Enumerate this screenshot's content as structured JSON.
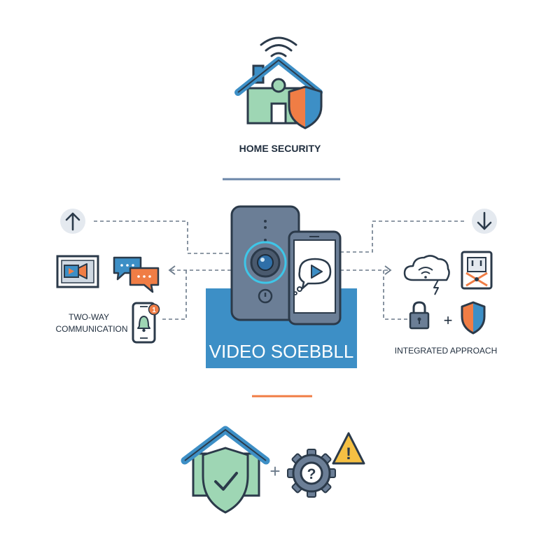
{
  "diagram": {
    "top": {
      "title": "HOME SECURITY"
    },
    "center": {
      "title": "VIDEO SOEBBLL"
    },
    "left": {
      "caption_line1": "TWO-WAY",
      "caption_line2": "COMMUNICATION",
      "badge_count": "1"
    },
    "right": {
      "caption": "INTEGRATED APPROACH",
      "plus": "+"
    },
    "bottom": {
      "plus": "+",
      "warning_mark": "!",
      "question_mark": "?"
    }
  },
  "colors": {
    "outline": "#2b3a4a",
    "blue_banner": "#3d8fc6",
    "house_green": "#9ed6b4",
    "house_roof_blue": "#3d8fc6",
    "shield_orange": "#f07d45",
    "shield_blue": "#3d8fc6",
    "warning_yellow": "#f5c043",
    "device_gray": "#6b7e96",
    "top_divider": "#6b86a8",
    "bottom_divider": "#f07d45",
    "ring_cyan": "#3ec6e8"
  },
  "icons": [
    "wifi-icon",
    "house-icon",
    "shield-icon",
    "arrow-up-icon",
    "arrow-down-icon",
    "video-camera-icon",
    "chat-bubbles-icon",
    "phone-notification-icon",
    "doorbell-camera-icon",
    "smartphone-play-icon",
    "cloud-wifi-icon",
    "outlet-icon",
    "padlock-icon",
    "shield-check-icon",
    "gear-question-icon",
    "warning-icon"
  ]
}
